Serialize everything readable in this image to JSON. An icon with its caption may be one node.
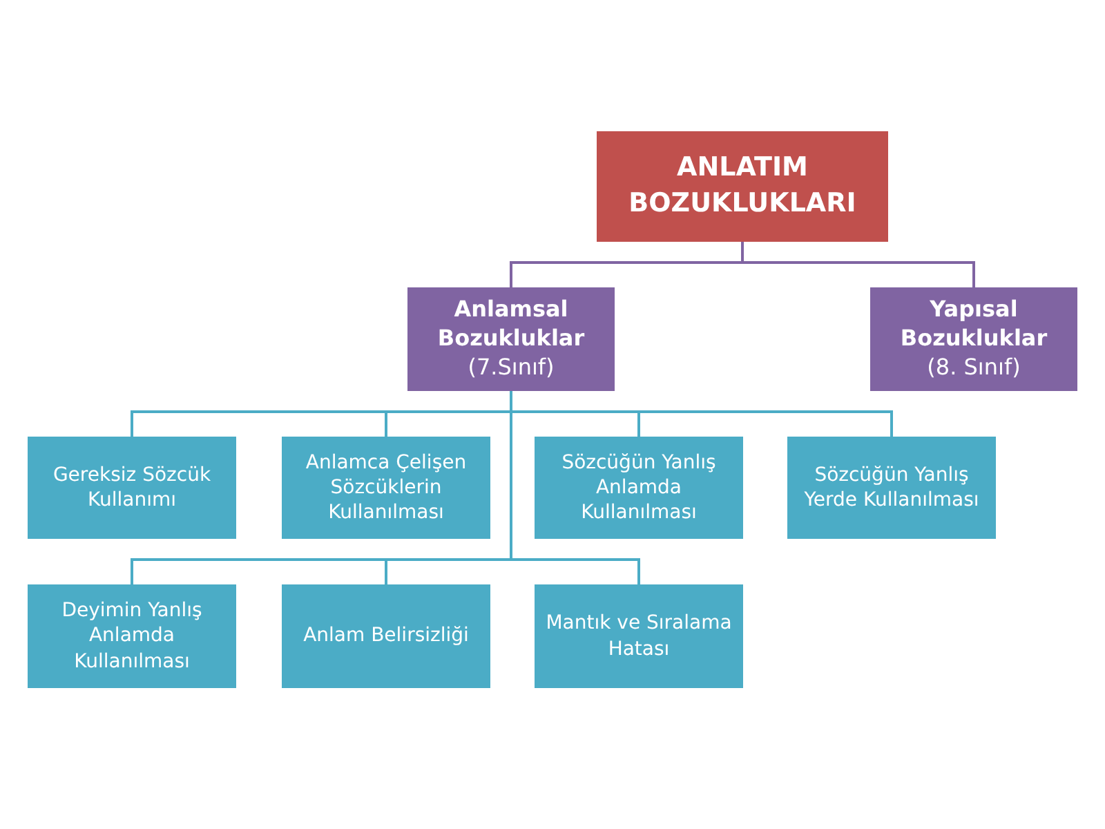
{
  "diagram": {
    "nodes": [
      {
        "text": [
          "ANLATIM BOZUKLUKLARI"
        ]
      },
      {
        "text": [
          "Anlamsal Bozukluklar",
          "(7.Sınıf)"
        ]
      },
      {
        "text": [
          "Yapısal Bozukluklar",
          "(8. Sınıf)"
        ]
      },
      {
        "text": [
          "Gereksiz Sözcük Kullanımı"
        ]
      },
      {
        "text": [
          "Anlamca Çelişen Sözcüklerin Kullanılması"
        ]
      },
      {
        "text": [
          "Sözcüğün Yanlış Anlamda Kullanılması"
        ]
      },
      {
        "text": [
          "Sözcüğün Yanlış Yerde Kullanılması"
        ]
      },
      {
        "text": [
          "Deyimin Yanlış Anlamda Kullanılması"
        ]
      },
      {
        "text": [
          "Anlam Belirsizliği"
        ]
      },
      {
        "text": [
          "Mantık ve Sıralama Hatası"
        ]
      }
    ],
    "edges": [
      {
        "from": 0,
        "to": 1,
        "arrow": "none",
        "color": "#8064a2"
      },
      {
        "from": 0,
        "to": 2,
        "arrow": "none",
        "color": "#8064a2"
      },
      {
        "from": 1,
        "to": 3,
        "arrow": "none"
      },
      {
        "from": 1,
        "to": 4,
        "arrow": "none"
      },
      {
        "from": 1,
        "to": 5,
        "arrow": "none"
      },
      {
        "from": 1,
        "to": 6,
        "arrow": "none"
      },
      {
        "from": 1,
        "to": 7,
        "arrow": "none"
      },
      {
        "from": 1,
        "to": 8,
        "arrow": "none"
      },
      {
        "from": 1,
        "to": 9,
        "arrow": "none"
      }
    ]
  }
}
